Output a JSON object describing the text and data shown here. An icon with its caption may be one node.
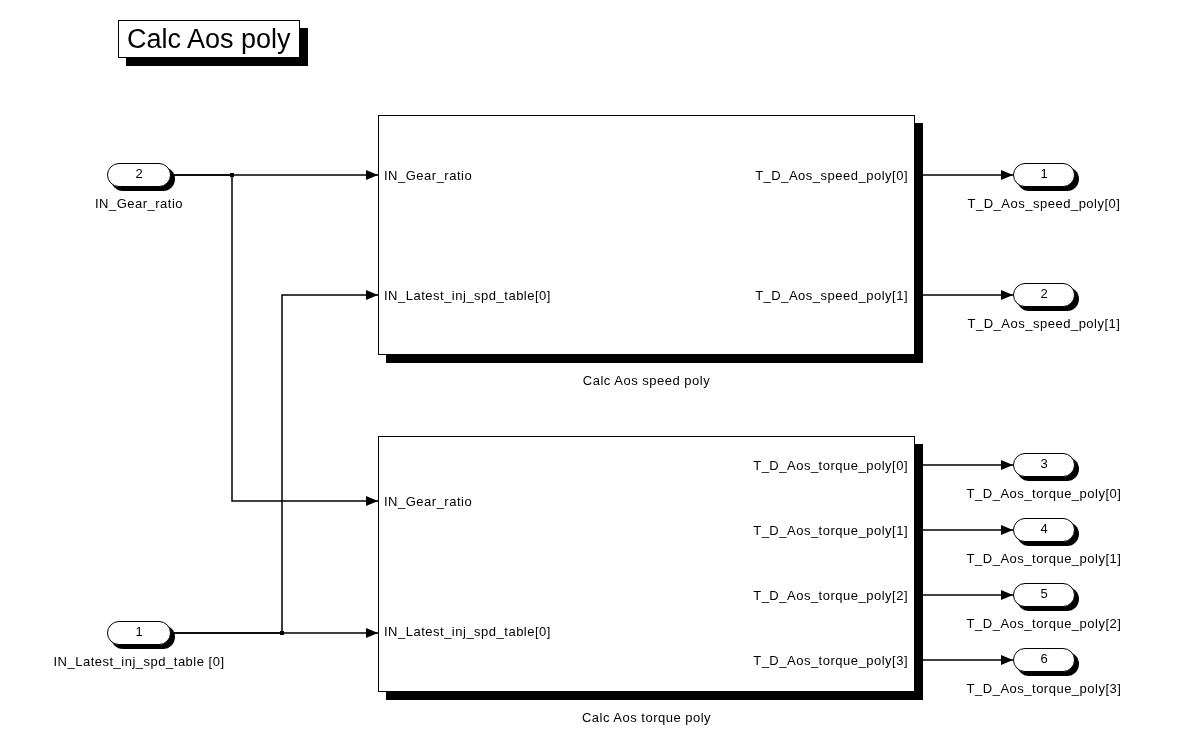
{
  "diagram": {
    "title": "Calc Aos poly",
    "nodes": [
      {
        "text": [
          "2"
        ],
        "beside": [
          "IN_Gear_ratio"
        ]
      },
      {
        "text": [
          "1"
        ],
        "beside": [
          "IN_Latest_inj_spd_table [0]"
        ]
      },
      {
        "text": [
          "IN_Gear_ratio",
          "IN_Latest_inj_spd_table[0]",
          "T_D_Aos_speed_poly[0]",
          "T_D_Aos_speed_poly[1]"
        ],
        "beside": [
          "Calc Aos speed poly"
        ]
      },
      {
        "text": [
          "T_D_Aos_torque_poly[0]",
          "IN_Gear_ratio",
          "T_D_Aos_torque_poly[1]",
          "T_D_Aos_torque_poly[2]",
          "IN_Latest_inj_spd_table[0]",
          "T_D_Aos_torque_poly[3]"
        ],
        "beside": [
          "Calc Aos torque poly"
        ]
      },
      {
        "text": [
          "1"
        ],
        "beside": [
          "T_D_Aos_speed_poly[0]"
        ]
      },
      {
        "text": [
          "2"
        ],
        "beside": [
          "T_D_Aos_speed_poly[1]"
        ]
      },
      {
        "text": [
          "3"
        ],
        "beside": [
          "T_D_Aos_torque_poly[0]"
        ]
      },
      {
        "text": [
          "4"
        ],
        "beside": [
          "T_D_Aos_torque_poly[1]"
        ]
      },
      {
        "text": [
          "5"
        ],
        "beside": [
          "T_D_Aos_torque_poly[2]"
        ]
      },
      {
        "text": [
          "6"
        ],
        "beside": [
          "T_D_Aos_torque_poly[3]"
        ]
      }
    ],
    "edges": [
      {
        "from": 0,
        "to": 2,
        "arrow": "to"
      },
      {
        "from": 0,
        "to": 3,
        "arrow": "to"
      },
      {
        "from": 1,
        "to": 2,
        "arrow": "to"
      },
      {
        "from": 1,
        "to": 3,
        "arrow": "to"
      },
      {
        "from": 2,
        "to": 4,
        "arrow": "to"
      },
      {
        "from": 2,
        "to": 5,
        "arrow": "to"
      },
      {
        "from": 3,
        "to": 6,
        "arrow": "to"
      },
      {
        "from": 3,
        "to": 7,
        "arrow": "to"
      },
      {
        "from": 3,
        "to": 8,
        "arrow": "to"
      },
      {
        "from": 3,
        "to": 9,
        "arrow": "to"
      }
    ]
  }
}
